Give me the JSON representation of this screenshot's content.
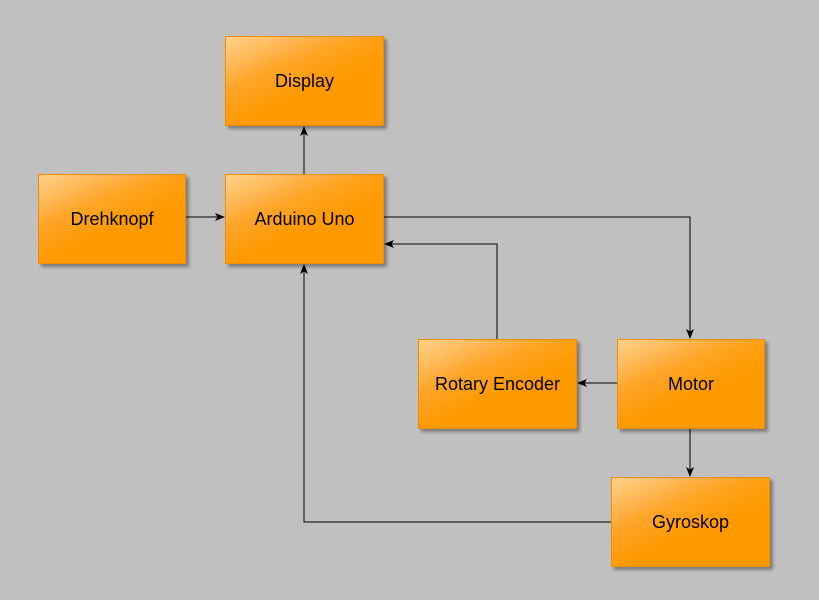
{
  "diagram": {
    "nodes": {
      "display": "Display",
      "arduino": "Arduino Uno",
      "drehknopf": "Drehknopf",
      "rotary_encoder": "Rotary Encoder",
      "motor": "Motor",
      "gyroskop": "Gyroskop"
    },
    "edges": [
      {
        "from": "Arduino Uno",
        "to": "Display"
      },
      {
        "from": "Drehknopf",
        "to": "Arduino Uno"
      },
      {
        "from": "Arduino Uno",
        "to": "Motor"
      },
      {
        "from": "Rotary Encoder",
        "to": "Arduino Uno"
      },
      {
        "from": "Motor",
        "to": "Rotary Encoder"
      },
      {
        "from": "Motor",
        "to": "Gyroskop"
      },
      {
        "from": "Gyroskop",
        "to": "Arduino Uno"
      }
    ],
    "colors": {
      "background": "#c0c0c0",
      "node_fill": "#ff9900",
      "connector": "#000000"
    }
  }
}
